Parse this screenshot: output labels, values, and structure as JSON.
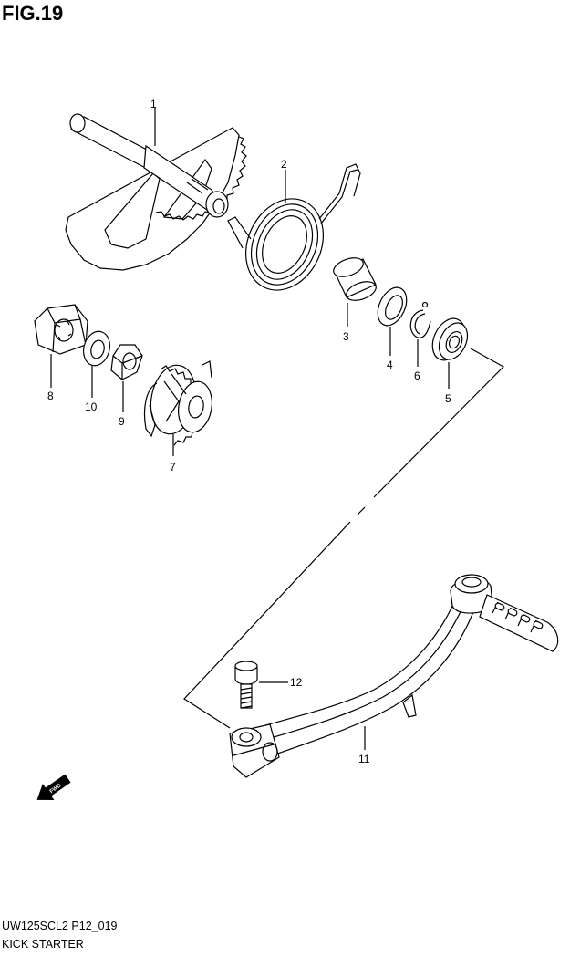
{
  "figure": {
    "title": "FIG.19"
  },
  "footer": {
    "model_code": "UW125SCL2 P12_019",
    "section": "KICK STARTER"
  },
  "fwd_label": "FWD",
  "parts": [
    {
      "id": "1",
      "icon": "kick-starter-shaft-icon"
    },
    {
      "id": "2",
      "icon": "return-spring-icon"
    },
    {
      "id": "3",
      "icon": "bushing-icon"
    },
    {
      "id": "4",
      "icon": "washer-icon"
    },
    {
      "id": "5",
      "icon": "oil-seal-icon"
    },
    {
      "id": "6",
      "icon": "circlip-icon"
    },
    {
      "id": "7",
      "icon": "driven-gear-icon"
    },
    {
      "id": "8",
      "icon": "nut-icon"
    },
    {
      "id": "9",
      "icon": "nut-icon"
    },
    {
      "id": "10",
      "icon": "washer-icon"
    },
    {
      "id": "11",
      "icon": "kick-lever-icon"
    },
    {
      "id": "12",
      "icon": "bolt-icon"
    }
  ]
}
